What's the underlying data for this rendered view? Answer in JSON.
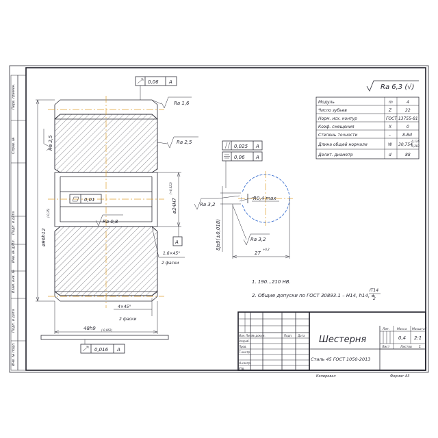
{
  "surface": {
    "symbol": "Ra 6,3 (√)"
  },
  "params": [
    {
      "name": "Модуль",
      "sym": "m",
      "val": "4"
    },
    {
      "name": "Число зубьев",
      "sym": "Z",
      "val": "22"
    },
    {
      "name": "Норм. исх. контур",
      "sym": "",
      "val": "ГОСТ 13755-81"
    },
    {
      "name": "Коэф. смещения",
      "sym": "X",
      "val": "0"
    },
    {
      "name": "Степень точности",
      "sym": "–",
      "val": "8-Bd"
    },
    {
      "name": "Длина общей нормали",
      "sym": "W",
      "val": "30,754",
      "tol_up": "-0,116",
      "tol_dn": "-0,283"
    },
    {
      "name": "Делит. диаметр",
      "sym": "d",
      "val": "88"
    }
  ],
  "margin_labels": [
    "Перв. примен.",
    "Справ. №",
    "Подп. и дата",
    "Инв. № дубл.",
    "Взам. инв. №",
    "Подп. и дата",
    "Инв. № подл."
  ],
  "dims": {
    "outer_dia": "ø96h12",
    "outer_dia_tol": "(-0,35)",
    "bore": "ø24H7",
    "bore_tol": "(+0,021)",
    "hub_width": "48h9",
    "hub_width_tol": "(-0,062)",
    "chamfer_tooth": "4×45°",
    "chamfer_tooth_note": "2 фаски",
    "chamfer_bore": "1,6×45°",
    "chamfer_bore_note": "2 фаски",
    "keyway_width": "8Js9(±0,018)",
    "keyway_depth": "27",
    "keyway_depth_tol": "+0,2",
    "keyway_radius": "R0,4 max"
  },
  "roughness": {
    "face": "Ra 1,6",
    "tooth": "Ra 2,5",
    "rim": "Ra 2,5",
    "bore": "Ra 0,8",
    "key_side": "Ra 3,2",
    "key_bottom": "Ra 3,2"
  },
  "tolerances": {
    "runout_top": {
      "value": "0,06",
      "datum": "A"
    },
    "runout_bottom": {
      "value": "0,016",
      "datum": "A"
    },
    "cyl": {
      "value": "0,01"
    },
    "parallel": {
      "value": "0,025",
      "datum": "A"
    },
    "symmetry": {
      "value": "0,06",
      "datum": "A"
    },
    "datum_label": "A"
  },
  "notes": {
    "n1": "1. 190...210 HB.",
    "n2_main": "2. Общие допуски по ГОСТ 30893.1 – H14, h14, ±",
    "n2_frac_top": "IT14",
    "n2_frac_bottom": "2"
  },
  "titleblock": {
    "name": "Шестерня",
    "material": "Сталь 45 ГОСТ 1050-2013",
    "lit_label": "Лит.",
    "mass_label": "Масса",
    "scale_label": "Масштаб",
    "mass": "0,4",
    "scale": "2:1",
    "sheet_label": "Лист",
    "sheets_label": "Листов",
    "sheets": "1",
    "col_headers": [
      "Изм.",
      "Лист",
      "№ докум.",
      "Подп.",
      "Дата"
    ],
    "rows": [
      "Разраб.",
      "Пров.",
      "Т.контр.",
      "Н.контр.",
      "Утв."
    ],
    "copied": "Копировал",
    "format": "Формат А3"
  }
}
